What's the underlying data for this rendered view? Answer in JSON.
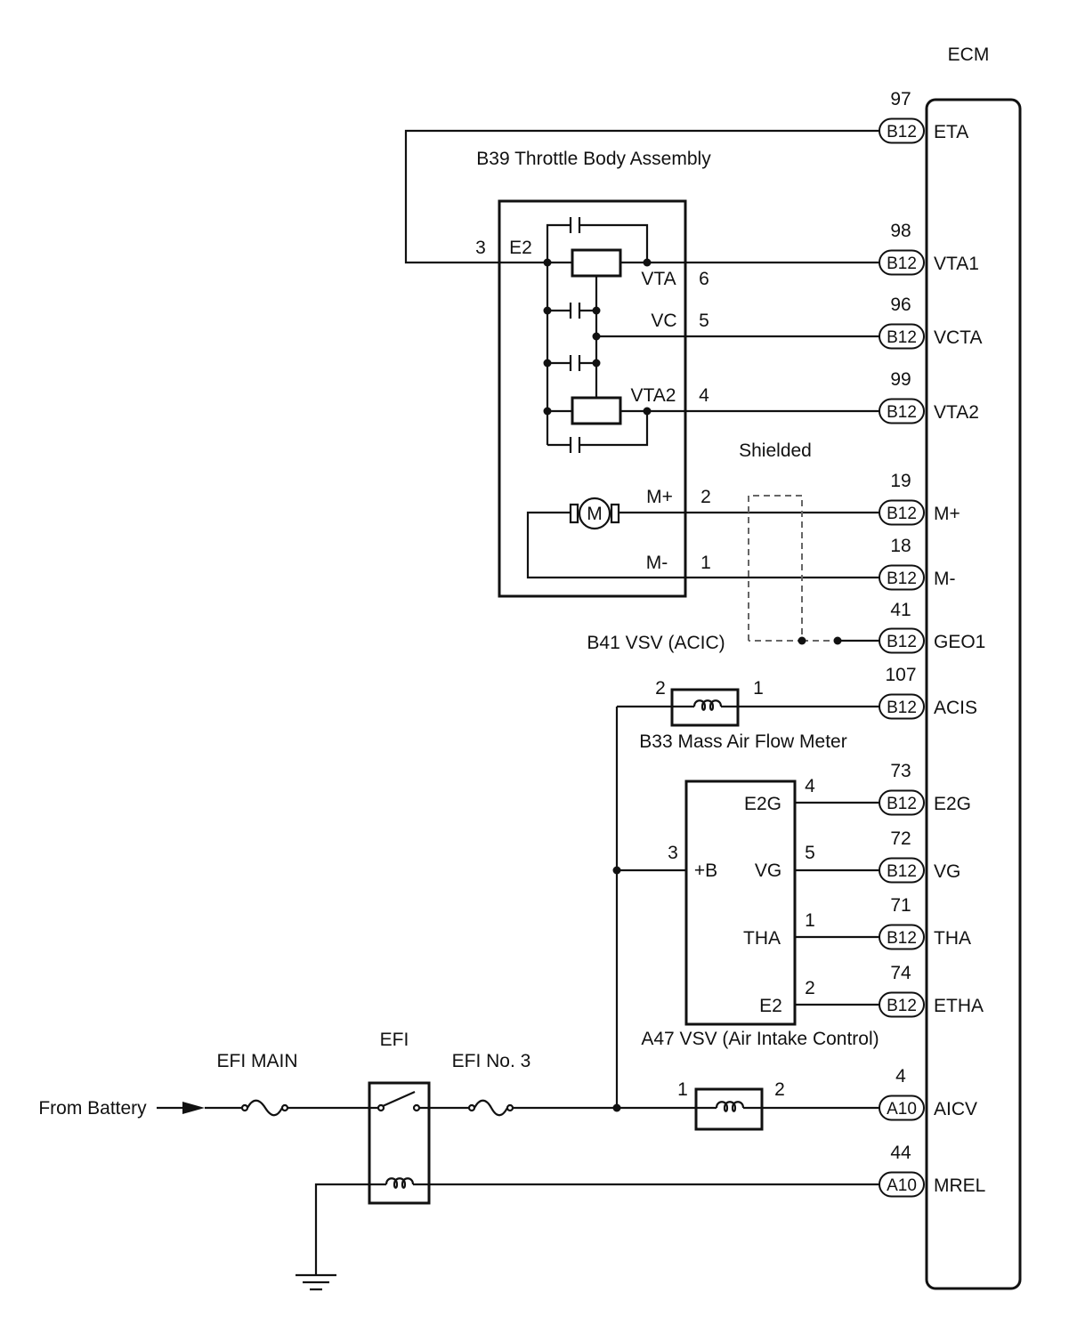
{
  "ecm": {
    "label": "ECM",
    "pins": [
      {
        "number": "97",
        "connector": "B12",
        "name": "ETA"
      },
      {
        "number": "98",
        "connector": "B12",
        "name": "VTA1"
      },
      {
        "number": "96",
        "connector": "B12",
        "name": "VCTA"
      },
      {
        "number": "99",
        "connector": "B12",
        "name": "VTA2"
      },
      {
        "number": "19",
        "connector": "B12",
        "name": "M+"
      },
      {
        "number": "18",
        "connector": "B12",
        "name": "M-"
      },
      {
        "number": "41",
        "connector": "B12",
        "name": "GEO1"
      },
      {
        "number": "107",
        "connector": "B12",
        "name": "ACIS"
      },
      {
        "number": "73",
        "connector": "B12",
        "name": "E2G"
      },
      {
        "number": "72",
        "connector": "B12",
        "name": "VG"
      },
      {
        "number": "71",
        "connector": "B12",
        "name": "THA"
      },
      {
        "number": "74",
        "connector": "B12",
        "name": "ETHA"
      },
      {
        "number": "4",
        "connector": "A10",
        "name": "AICV"
      },
      {
        "number": "44",
        "connector": "A10",
        "name": "MREL"
      }
    ]
  },
  "throttle_body": {
    "label": "B39 Throttle Body Assembly",
    "pins": [
      {
        "name": "E2",
        "number": "3"
      },
      {
        "name": "VTA",
        "number": "6"
      },
      {
        "name": "VC",
        "number": "5"
      },
      {
        "name": "VTA2",
        "number": "4"
      },
      {
        "name": "M+",
        "number": "2"
      },
      {
        "name": "M-",
        "number": "1"
      }
    ],
    "motor_symbol": "M"
  },
  "shield": {
    "label": "Shielded"
  },
  "vsv_acic": {
    "label": "B41 VSV (ACIC)"
  },
  "mass_air_flow_meter": {
    "label": "B33 Mass Air Flow Meter",
    "pin_left": "2",
    "pin_right": "1"
  },
  "vsv_air_intake_control": {
    "label": "A47 VSV (Air Intake Control)",
    "pins": [
      {
        "name": "+B",
        "number": "3"
      },
      {
        "name": "E2G",
        "number": "4"
      },
      {
        "name": "VG",
        "number": "5"
      },
      {
        "name": "THA",
        "number": "1"
      },
      {
        "name": "E2",
        "number": "2"
      }
    ]
  },
  "power_supply": {
    "source": "From Battery",
    "fuse_main": "EFI MAIN",
    "relay": "EFI",
    "fuse_no3": "EFI No. 3"
  },
  "aicv_coil": {
    "pin_left": "1",
    "pin_right": "2"
  },
  "colors": {
    "line": "#111111",
    "shield": "#666666"
  }
}
